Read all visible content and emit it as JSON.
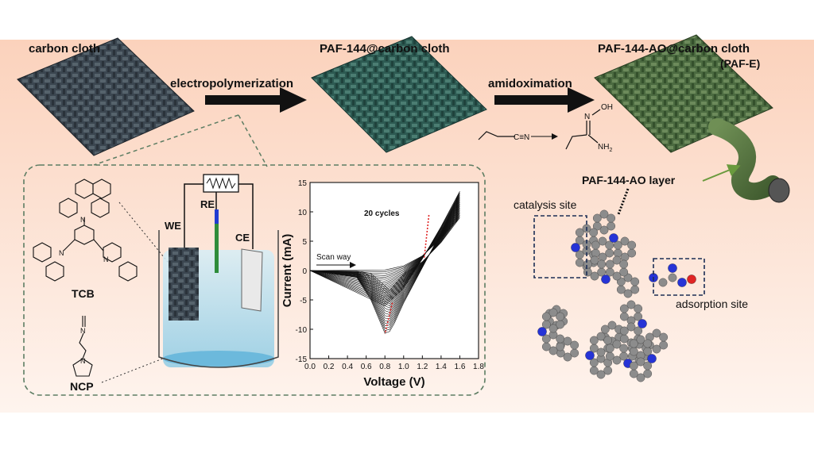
{
  "labels": {
    "carbon_cloth": "carbon cloth",
    "paf144_cloth": "PAF-144@carbon cloth",
    "paf144ao_cloth": "PAF-144-AO@carbon cloth",
    "paf_e": "(PAF-E)",
    "step1": "electropolymerization",
    "step2": "amidoximation",
    "cn": "C≡N",
    "oh": "OH",
    "n": "N",
    "nh2": "NH",
    "nh2_sub": "2",
    "ao_layer": "PAF-144-AO layer",
    "catalysis_site": "catalysis site",
    "adsorption_site": "adsorption site",
    "tcb": "TCB",
    "ncp": "NCP",
    "we": "WE",
    "re": "RE",
    "ce": "CE"
  },
  "colors": {
    "background_top": "#fbd9c6",
    "background_bottom": "#fdf1ea",
    "cloth_plain": "#3a4650",
    "cloth_paf144": "#2f5d55",
    "cloth_paf144ao": "#4a6a3e",
    "inset_border": "#5d7d63",
    "carbon_atom": "#8c8c8c",
    "nitrogen_atom": "#2633d6",
    "oxygen_atom": "#e02424",
    "electrolyte": "#a9d8ec"
  },
  "chart_data": {
    "type": "line",
    "title": "20 cycles",
    "xlabel": "Voltage (V)",
    "ylabel": "Current (mA)",
    "annotation": "Scan way",
    "xlim": [
      0.0,
      1.8
    ],
    "ylim": [
      -15,
      15
    ],
    "xticks": [
      "0.0",
      "0.2",
      "0.4",
      "0.6",
      "0.8",
      "1.0",
      "1.2",
      "1.4",
      "1.6",
      "1.8"
    ],
    "yticks": [
      "15",
      "10",
      "5",
      "0",
      "-5",
      "-10",
      "-15"
    ],
    "cycles": 20,
    "first_cycle": {
      "forward": [
        [
          0.0,
          0.0
        ],
        [
          0.8,
          0.1
        ],
        [
          1.0,
          0.8
        ],
        [
          1.2,
          2.5
        ],
        [
          1.4,
          5.5
        ],
        [
          1.6,
          9.0
        ]
      ],
      "reverse": [
        [
          1.6,
          9.0
        ],
        [
          1.4,
          4.8
        ],
        [
          1.2,
          1.5
        ],
        [
          1.0,
          -0.6
        ],
        [
          0.9,
          -2.5
        ],
        [
          0.85,
          -3.5
        ],
        [
          0.8,
          -2.6
        ],
        [
          0.65,
          -0.5
        ],
        [
          0.5,
          -0.1
        ],
        [
          0.0,
          0.0
        ]
      ]
    },
    "last_cycle": {
      "forward": [
        [
          0.0,
          0.0
        ],
        [
          0.4,
          -0.3
        ],
        [
          0.65,
          -2.0
        ],
        [
          0.8,
          -6.0
        ],
        [
          1.0,
          -3.0
        ],
        [
          1.2,
          2.0
        ],
        [
          1.4,
          7.5
        ],
        [
          1.6,
          13.5
        ]
      ],
      "reverse": [
        [
          1.6,
          13.5
        ],
        [
          1.4,
          6.5
        ],
        [
          1.2,
          0.5
        ],
        [
          1.0,
          -5.5
        ],
        [
          0.9,
          -9.0
        ],
        [
          0.82,
          -11.2
        ],
        [
          0.72,
          -8.5
        ],
        [
          0.6,
          -2.5
        ],
        [
          0.45,
          -0.5
        ],
        [
          0.0,
          0.0
        ]
      ]
    }
  }
}
